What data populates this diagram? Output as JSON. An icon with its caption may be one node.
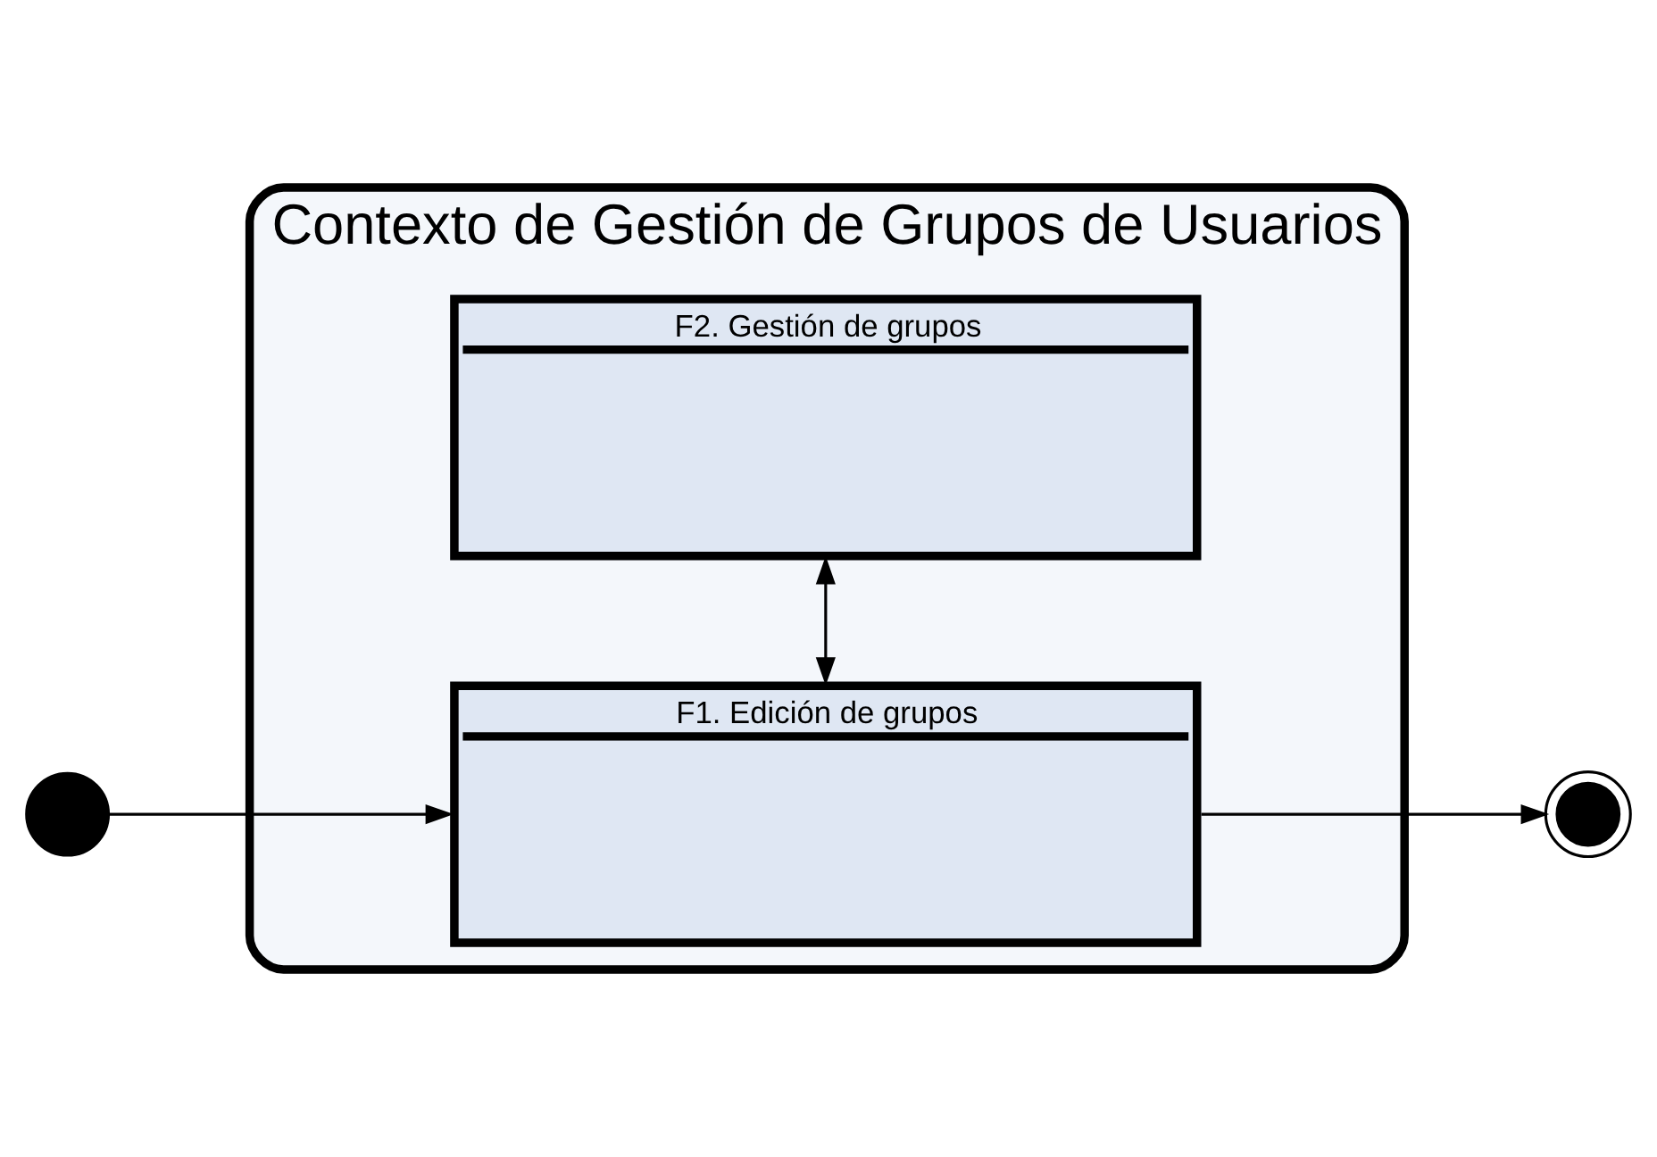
{
  "diagram": {
    "nodes": [
      {
        "text": [],
        "shape": "circle"
      },
      {
        "text": [
          "Contexto de Gestión de Grupos de Usuarios"
        ]
      },
      {
        "text": [
          "F1. Edición de grupos"
        ],
        "in": 1
      },
      {
        "text": [
          "F2. Gestión de grupos"
        ],
        "in": 1
      },
      {
        "text": [],
        "shape": "circle"
      }
    ],
    "edges": [
      {
        "from": 0,
        "to": 2,
        "arrow": "to"
      },
      {
        "from": 2,
        "to": 4,
        "arrow": "to"
      },
      {
        "from": 2,
        "to": 3,
        "arrow": "both"
      }
    ]
  }
}
